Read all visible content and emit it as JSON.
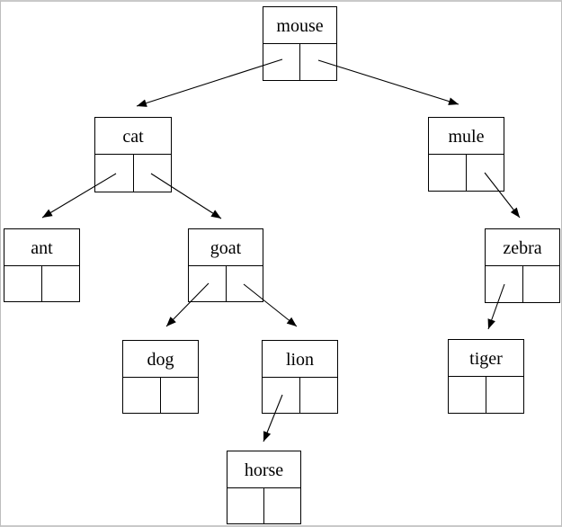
{
  "diagram": {
    "type": "binary-tree-linked-nodes",
    "root": "mouse",
    "nodes": [
      {
        "id": "mouse",
        "label": "mouse"
      },
      {
        "id": "cat",
        "label": "cat"
      },
      {
        "id": "mule",
        "label": "mule"
      },
      {
        "id": "ant",
        "label": "ant"
      },
      {
        "id": "goat",
        "label": "goat"
      },
      {
        "id": "zebra",
        "label": "zebra"
      },
      {
        "id": "dog",
        "label": "dog"
      },
      {
        "id": "lion",
        "label": "lion"
      },
      {
        "id": "tiger",
        "label": "tiger"
      },
      {
        "id": "horse",
        "label": "horse"
      }
    ],
    "edges": [
      {
        "from": "mouse",
        "pointer": "left",
        "to": "cat"
      },
      {
        "from": "mouse",
        "pointer": "right",
        "to": "mule"
      },
      {
        "from": "cat",
        "pointer": "left",
        "to": "ant"
      },
      {
        "from": "cat",
        "pointer": "right",
        "to": "goat"
      },
      {
        "from": "goat",
        "pointer": "left",
        "to": "dog"
      },
      {
        "from": "goat",
        "pointer": "right",
        "to": "lion"
      },
      {
        "from": "lion",
        "pointer": "left",
        "to": "horse"
      },
      {
        "from": "mule",
        "pointer": "right",
        "to": "zebra"
      },
      {
        "from": "zebra",
        "pointer": "left",
        "to": "tiger"
      }
    ],
    "colors": {
      "line": "#000000",
      "text": "#000000",
      "background": "#ffffff",
      "frame_border": "#c9c9c9"
    }
  }
}
